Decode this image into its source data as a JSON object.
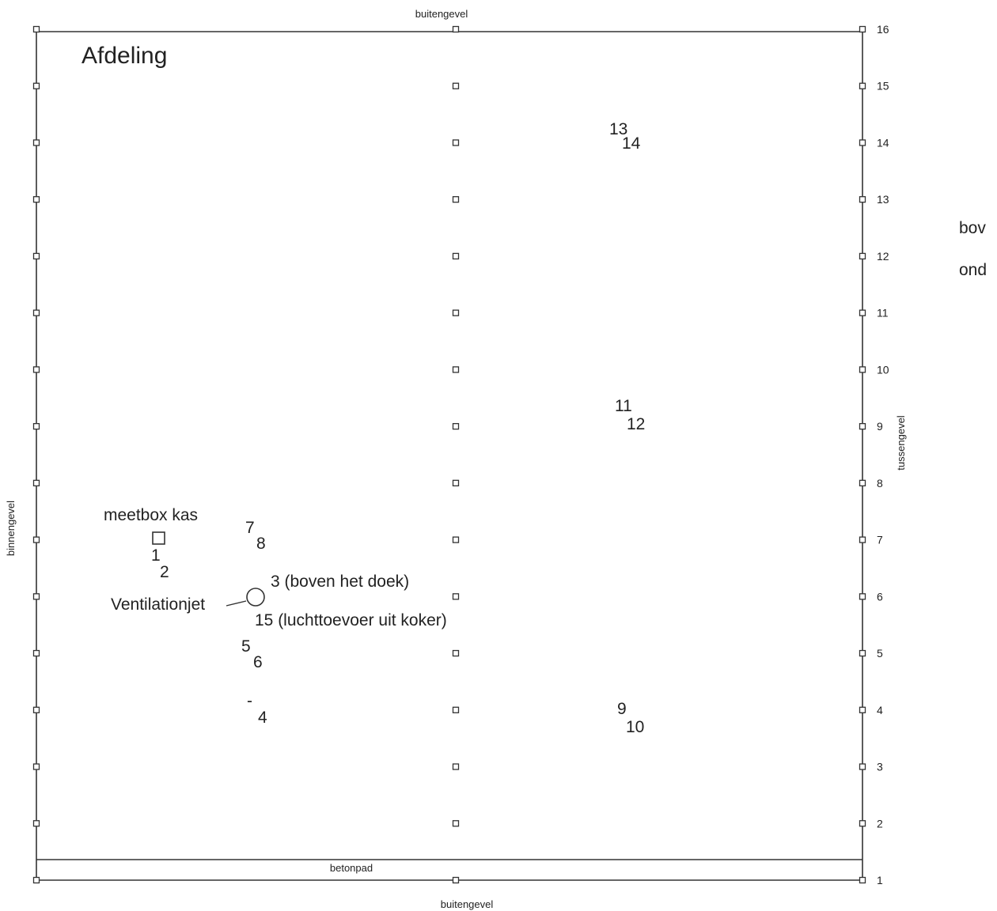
{
  "title": "Afdeling",
  "walls": {
    "top": "buitengevel",
    "bottom": "buitengevel",
    "left": "binnengevel",
    "right": "tussengevel",
    "path": "betonpad"
  },
  "row_numbers": [
    "16",
    "15",
    "14",
    "13",
    "12",
    "11",
    "10",
    "9",
    "8",
    "7",
    "6",
    "5",
    "4",
    "3",
    "2",
    "1"
  ],
  "sensors": {
    "s1": "1",
    "s2": "2",
    "s3": "3 (boven het doek)",
    "s_dash": "-",
    "s4": "4",
    "s5": "5",
    "s6": "6",
    "s7": "7",
    "s8": "8",
    "s9": "9",
    "s10": "10",
    "s11": "11",
    "s12": "12",
    "s13": "13",
    "s14": "14",
    "s15": "15 (luchttoevoer uit koker)"
  },
  "labels": {
    "meetbox": "meetbox kas",
    "ventilation": "Ventilationjet"
  },
  "legend": {
    "line1": "bov",
    "line2": "ond"
  }
}
